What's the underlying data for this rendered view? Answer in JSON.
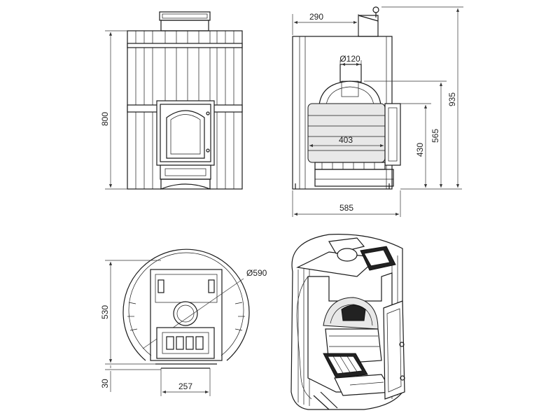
{
  "dimensions": {
    "front_height": "800",
    "side_top_width": "290",
    "flue_diameter": "Ø120",
    "firebox_width": "403",
    "side_height_430": "430",
    "side_height_565": "565",
    "side_height_935": "935",
    "side_depth": "585",
    "top_diameter": "Ø590",
    "top_depth": "530",
    "top_offset": "30",
    "door_width": "257"
  },
  "colors": {
    "line": "#1a1a1a",
    "background": "#ffffff"
  }
}
